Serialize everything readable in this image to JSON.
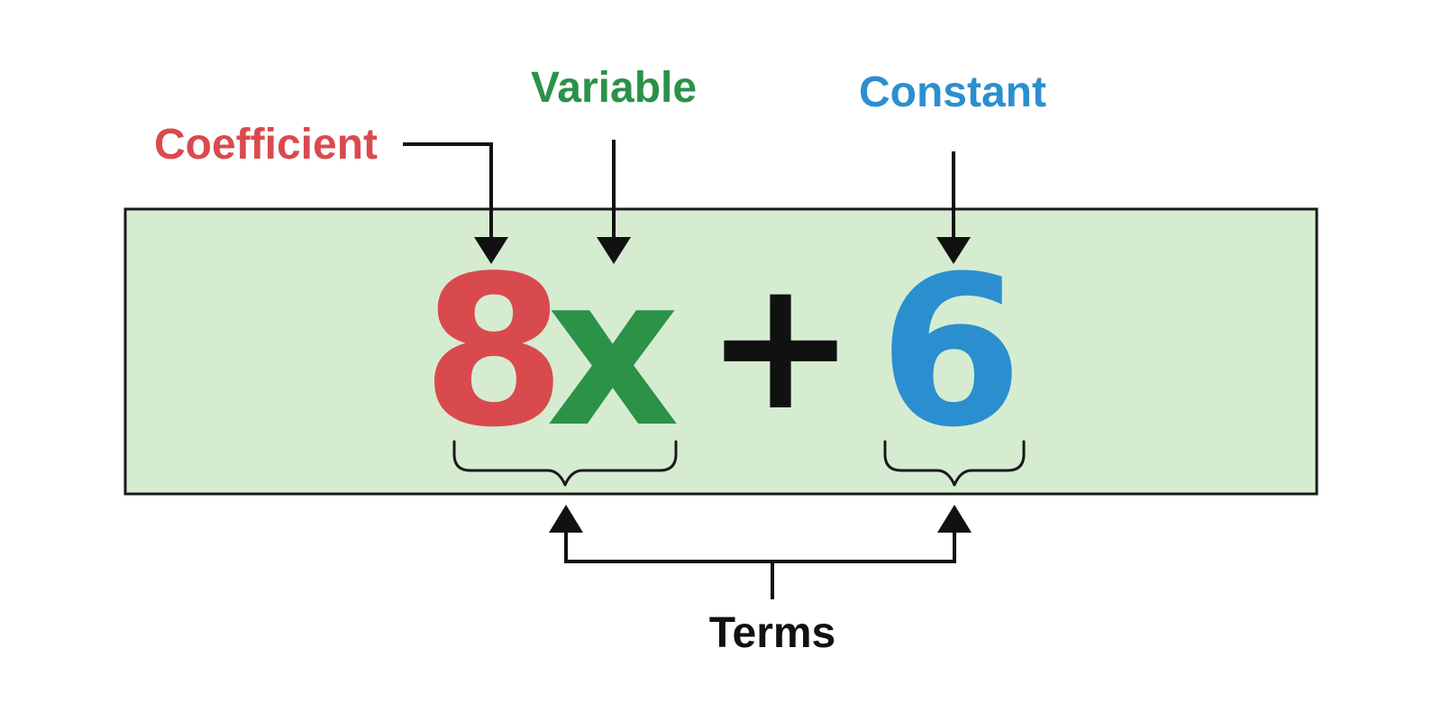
{
  "labels": {
    "coefficient": "Coefficient",
    "variable": "Variable",
    "constant": "Constant",
    "terms": "Terms"
  },
  "expression": {
    "coefficient": "8",
    "variable": "x",
    "operator": "+",
    "constant": "6"
  },
  "colors": {
    "coefficient": "#d94a4e",
    "variable": "#2b9248",
    "constant": "#2b8fcf",
    "operator": "#111111",
    "box_fill": "#d6ecd1",
    "box_border": "#1a1a1a"
  }
}
